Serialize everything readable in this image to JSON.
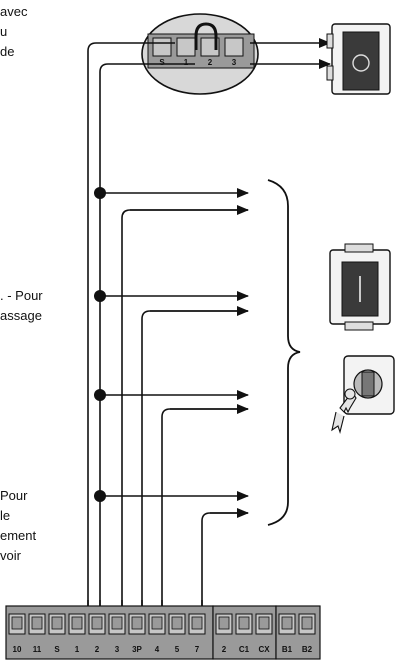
{
  "text_fragments": {
    "top": [
      "avec",
      "u",
      "de"
    ],
    "middle": [
      ". - Pour",
      "assage"
    ],
    "bottom": [
      "Pour",
      "le",
      "ement",
      "voir"
    ]
  },
  "top_connector": {
    "terminals": [
      "S",
      "1",
      "2",
      "3"
    ]
  },
  "main_terminal_block": {
    "group1": [
      "10",
      "11",
      "S",
      "1",
      "2",
      "3",
      "3P",
      "4",
      "5",
      "7"
    ],
    "group2": [
      "2",
      "C1",
      "CX"
    ],
    "group3": [
      "B1",
      "B2"
    ]
  },
  "devices": {
    "top_device": "stop-button-icon",
    "middle_button": "push-button-icon",
    "key_switch": "key-selector-icon"
  },
  "colors": {
    "line": "#111111",
    "terminal_fill": "#9a9a9a",
    "terminal_fill_light": "#c7c7c7",
    "device_fill": "#e9e9e9"
  }
}
